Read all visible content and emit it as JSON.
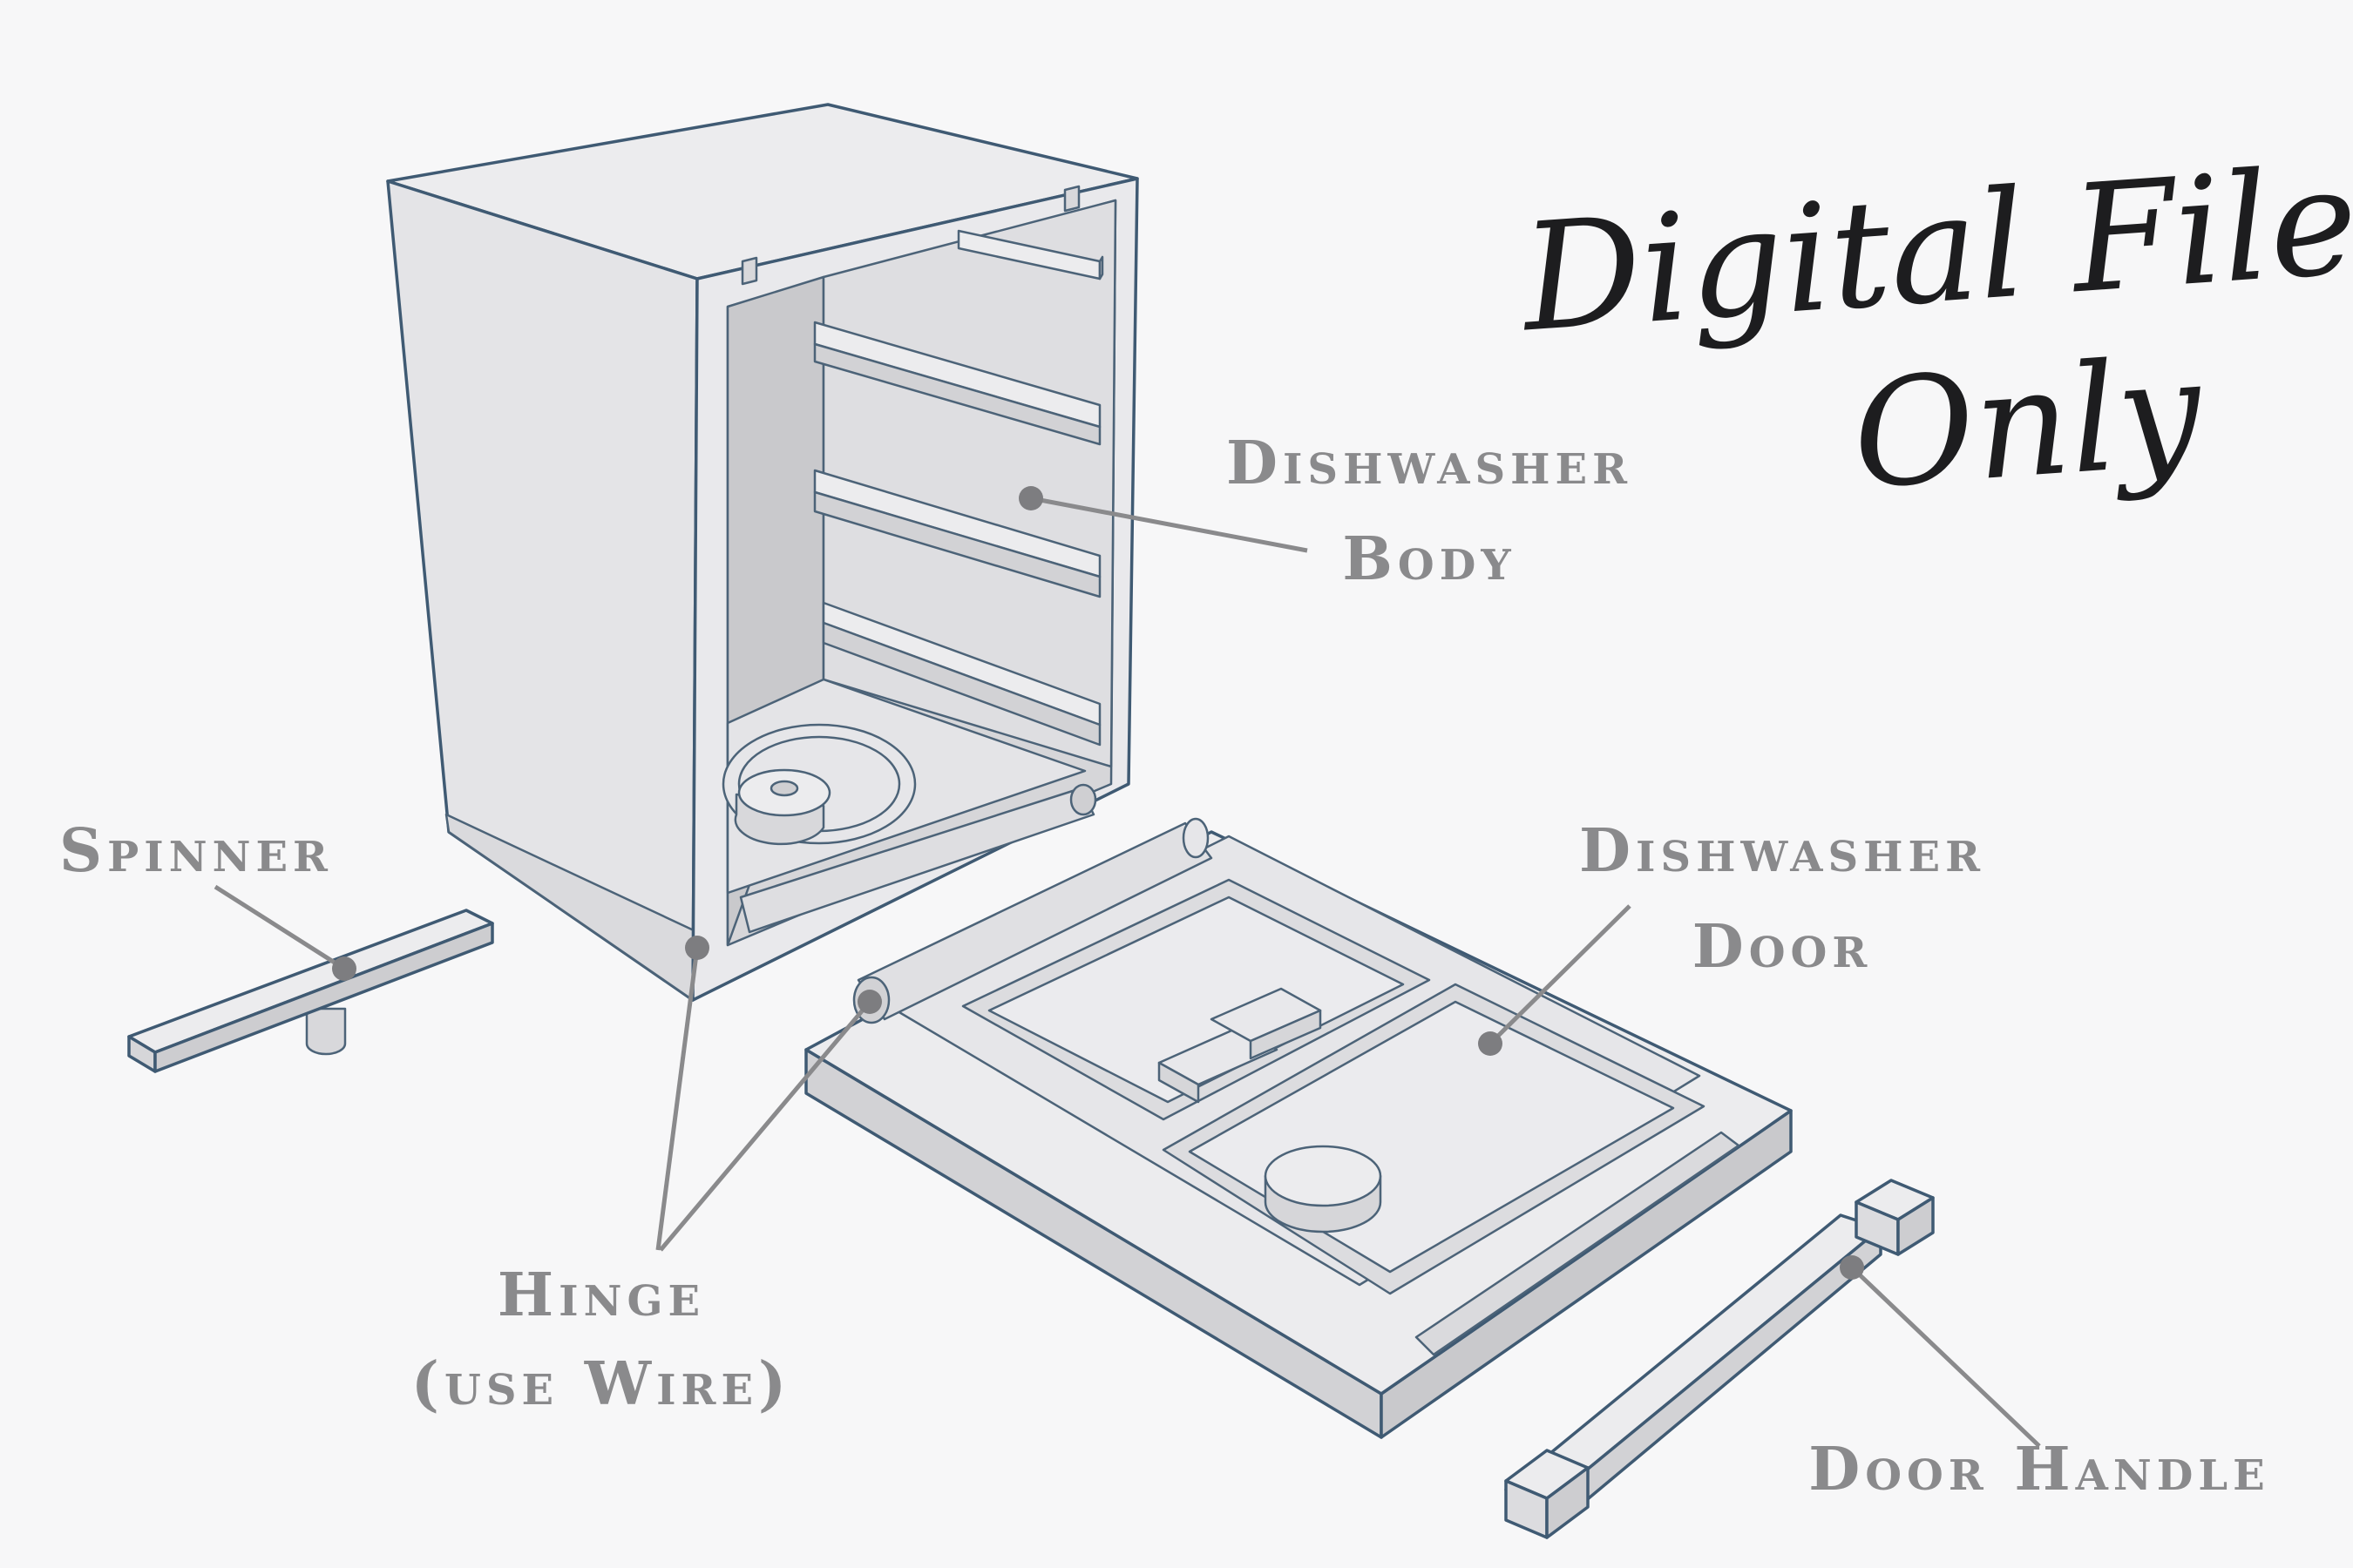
{
  "banner": {
    "line1": "Digital File",
    "line2": "Only"
  },
  "labels": {
    "body_line1": "Dishwasher",
    "body_line2": "Body",
    "door_line1": "Dishwasher",
    "door_line2": "Door",
    "spinner": "Spinner",
    "hinge_line1": "Hinge",
    "hinge_line2": "(use Wire)",
    "handle": "Door Handle"
  },
  "colors": {
    "background": "#f7f7f8",
    "model_light": "#ececee",
    "model_mid": "#dcdcdf",
    "model_dark": "#c8c8cc",
    "edge": "#3f5a73",
    "label": "#8a8a8c",
    "script_text": "#1d1d1f"
  }
}
